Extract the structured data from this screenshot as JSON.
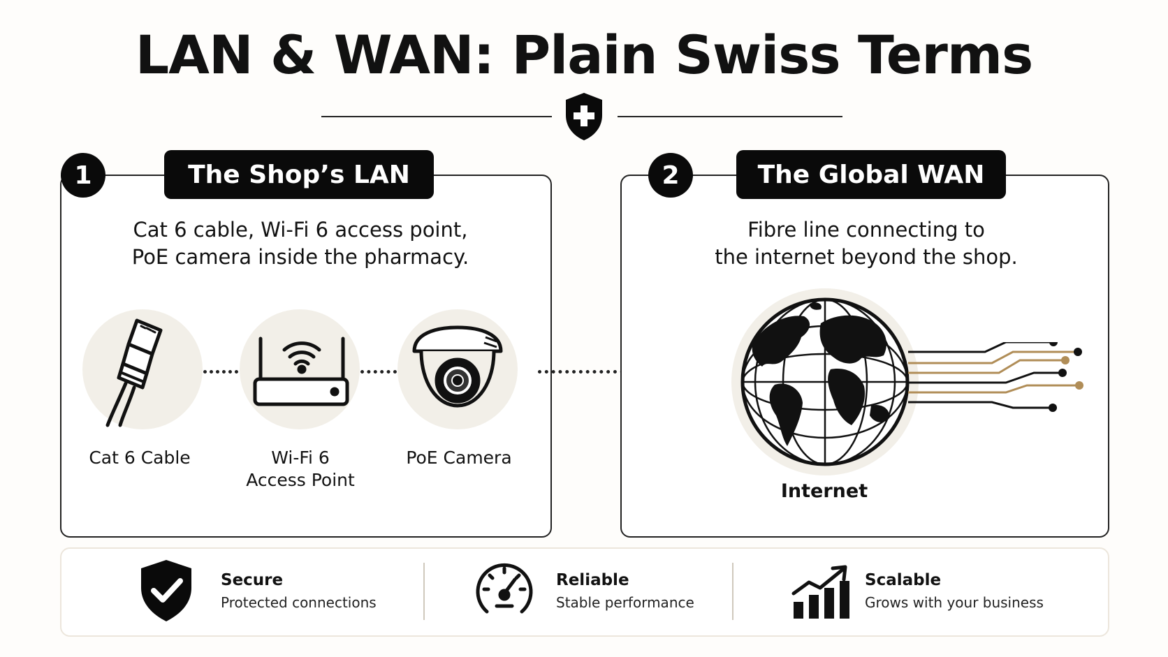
{
  "title": "LAN & WAN: Plain Swiss Terms",
  "colors": {
    "accent": "#b08d57",
    "ink": "#0a0a0a",
    "device_bg": "#f2efe8"
  },
  "lan": {
    "number": "1",
    "heading": "The Shop’s LAN",
    "description_line1": "Cat 6 cable, Wi-Fi 6 access point,",
    "description_line2": "PoE camera inside the pharmacy.",
    "devices": [
      {
        "icon": "ethernet-cable-icon",
        "label_line1": "Cat 6 Cable",
        "label_line2": ""
      },
      {
        "icon": "wifi-router-icon",
        "label_line1": "Wi-Fi 6",
        "label_line2": "Access Point"
      },
      {
        "icon": "dome-camera-icon",
        "label_line1": "PoE Camera",
        "label_line2": ""
      }
    ]
  },
  "wan": {
    "number": "2",
    "heading": "The Global WAN",
    "description_line1": "Fibre line connecting to",
    "description_line2": "the internet beyond the shop.",
    "globe_icon": "globe-icon",
    "globe_label": "Internet"
  },
  "features": [
    {
      "icon": "shield-check-icon",
      "title": "Secure",
      "subtitle": "Protected connections"
    },
    {
      "icon": "speedometer-icon",
      "title": "Reliable",
      "subtitle": "Stable performance"
    },
    {
      "icon": "growth-chart-icon",
      "title": "Scalable",
      "subtitle": "Grows with your business"
    }
  ]
}
